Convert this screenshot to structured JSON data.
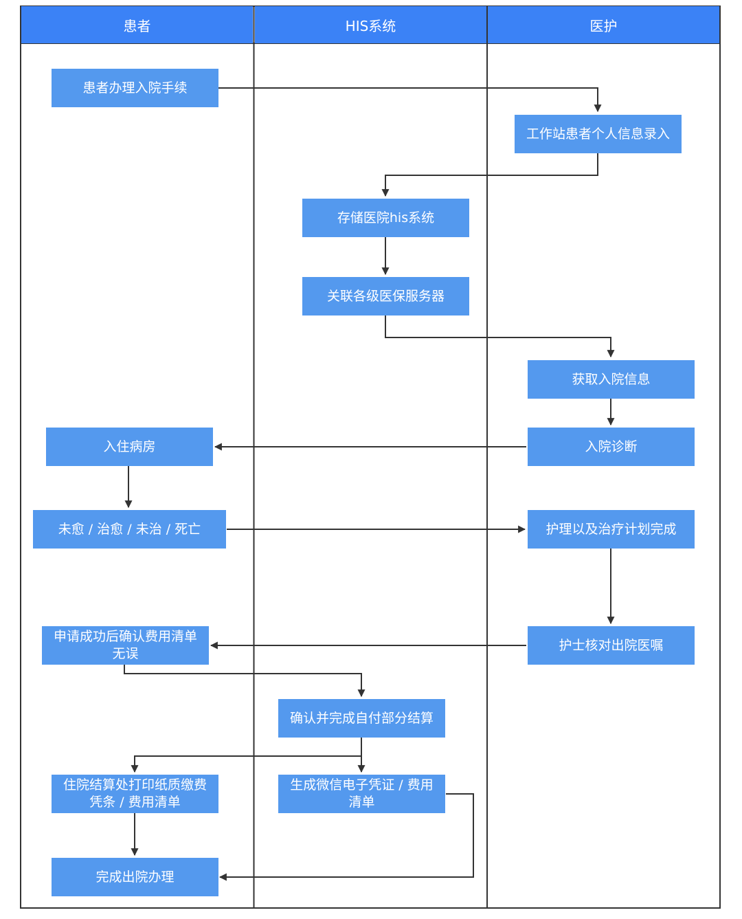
{
  "lanes": [
    {
      "id": "patient",
      "label": "患者"
    },
    {
      "id": "his",
      "label": "HIS系统"
    },
    {
      "id": "medical",
      "label": "医护"
    }
  ],
  "nodes": {
    "admit": "患者办理入院手续",
    "workstation": "工作站患者个人信息录入",
    "store": "存储医院his系统",
    "insurance": "关联各级医保服务器",
    "fetch": "获取入院信息",
    "diagnose": "入院诊断",
    "ward": "入住病房",
    "outcome": "未愈 / 治愈 / 未治 / 死亡",
    "care_plan": "护理以及治疗计划完成",
    "nurse_check": "护士核对出院医嘱",
    "confirm_bill": "申请成功后确认费用清单无误",
    "settle": "确认并完成自付部分结算",
    "print": "住院结算处打印纸质缴费凭条 / 费用清单",
    "wechat": "生成微信电子凭证 / 费用清单",
    "discharge": "完成出院办理"
  },
  "colors": {
    "header": "#3b82f6",
    "node": "#5499ee",
    "line": "#333333"
  }
}
